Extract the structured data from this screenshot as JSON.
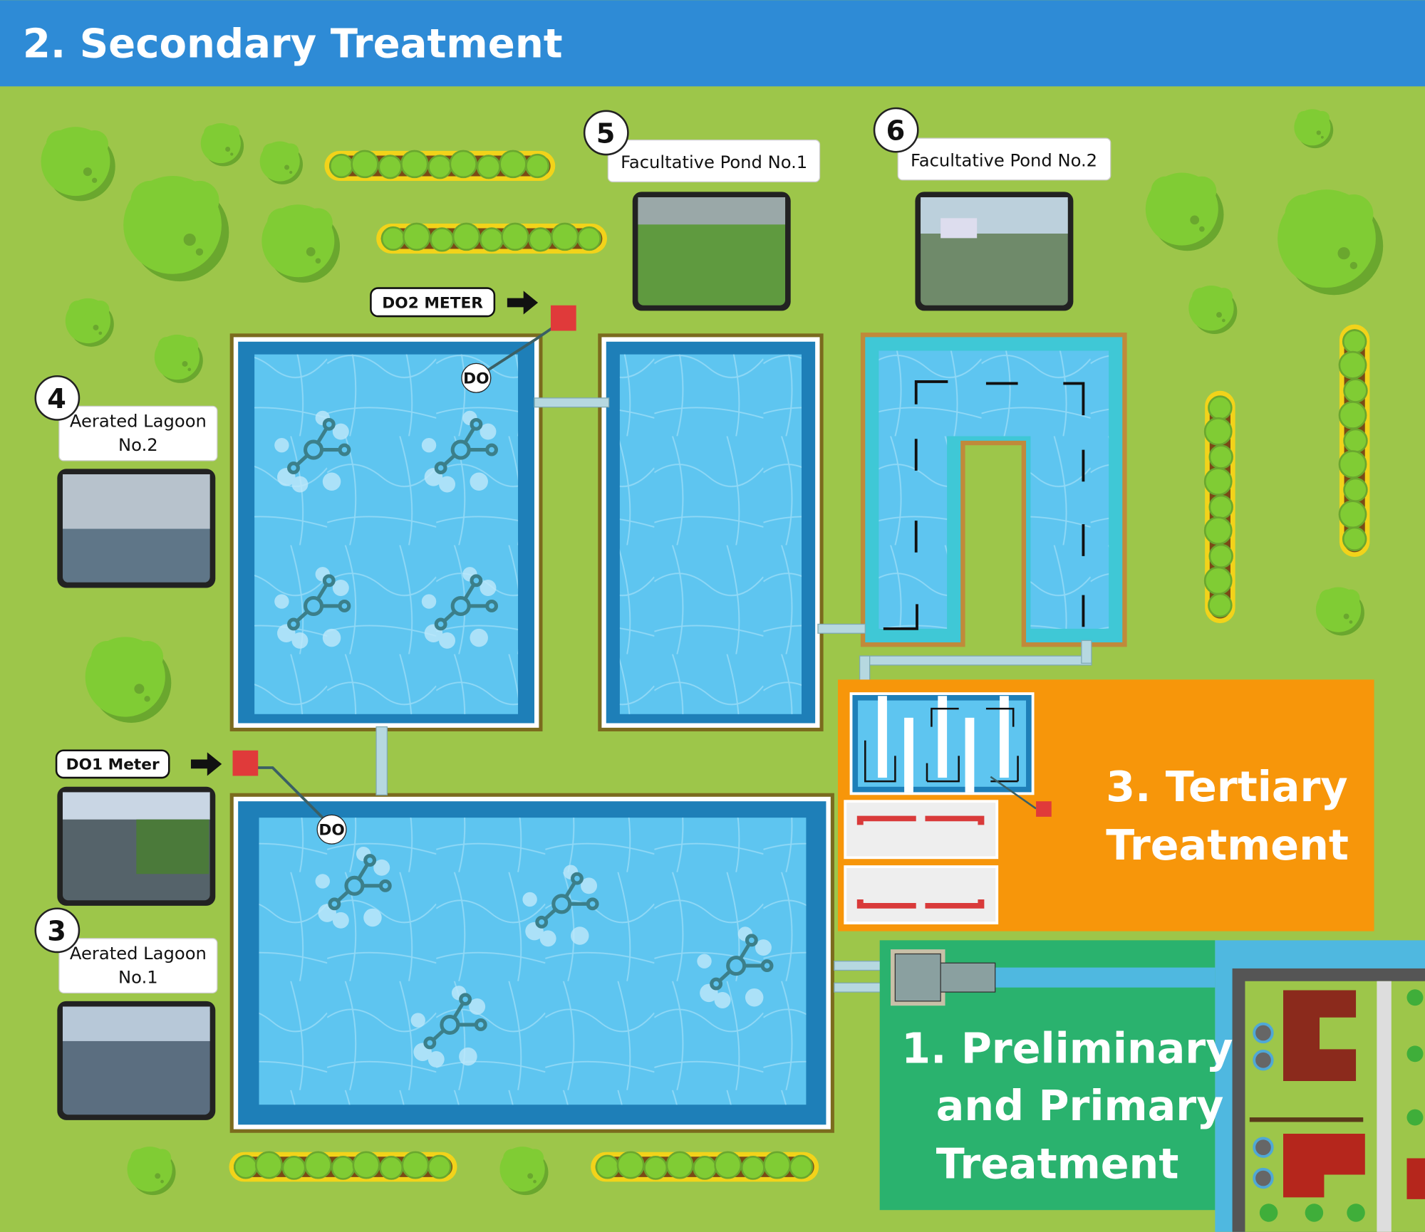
{
  "header": {
    "title": "2. Secondary Treatment"
  },
  "stations": [
    {
      "number": "5",
      "label": "Facultative Pond No.1"
    },
    {
      "number": "6",
      "label": "Facultative Pond No.2"
    },
    {
      "number": "4",
      "label_line1": "Aerated Lagoon",
      "label_line2": "No.2"
    },
    {
      "number": "3",
      "label_line1": "Aerated Lagoon",
      "label_line2": "No.1"
    }
  ],
  "meters": {
    "do2": "DO2 METER",
    "do1": "DO1 Meter",
    "probe": "DO"
  },
  "sections": {
    "tertiary_line1": "3. Tertiary",
    "tertiary_line2": "Treatment",
    "primary_line1": "1. Preliminary",
    "primary_line2": "and Primary",
    "primary_line3": "Treatment"
  },
  "colors": {
    "header": "#2e8bd6",
    "grass": "#9dc64a",
    "water": "#5ec5f0",
    "tertiary": "#f7960a",
    "primary": "#2ab26e",
    "sensor": "#e03a3a"
  }
}
